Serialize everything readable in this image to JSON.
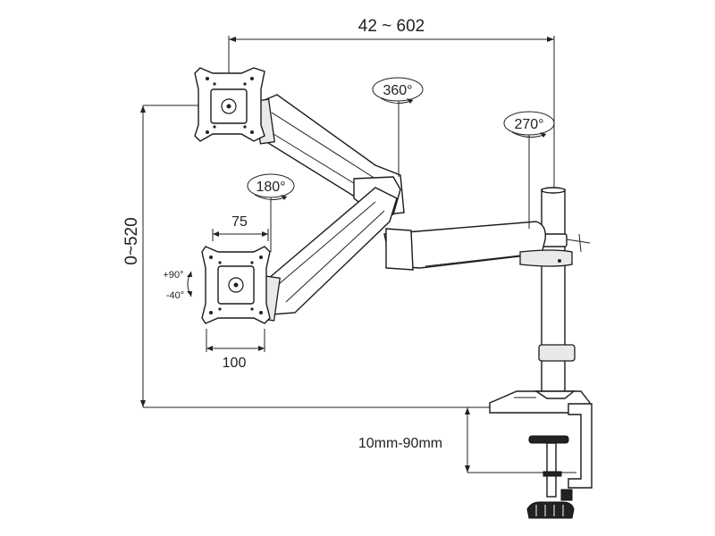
{
  "dimensions": {
    "reach_range": "42 ~ 602",
    "height_range": "0~520",
    "desk_thickness": "10mm-90mm",
    "vesa_small": "75",
    "vesa_large": "100"
  },
  "rotations": {
    "arm_base": "360°",
    "pole": "270°",
    "head": "180°"
  },
  "tilt": {
    "up": "+90°",
    "down": "-40°"
  }
}
